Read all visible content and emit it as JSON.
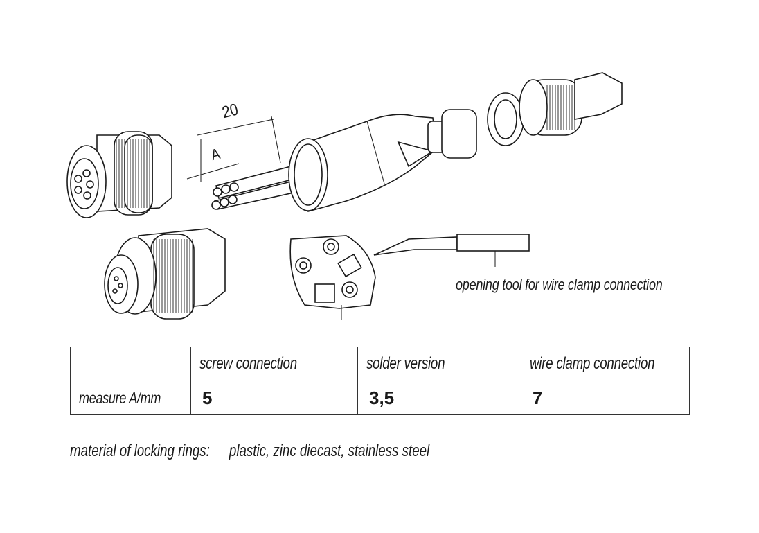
{
  "drawing": {
    "dimension_20": "20",
    "dimension_a": "A",
    "tool_callout": "opening tool for wire clamp connection"
  },
  "table": {
    "headers": [
      "",
      "screw connection",
      "solder version",
      "wire clamp connection"
    ],
    "row_label": "measure A/mm",
    "values": [
      "5",
      "3,5",
      "7"
    ]
  },
  "material": {
    "label": "material of locking rings:",
    "value": "plastic, zinc diecast, stainless steel"
  }
}
